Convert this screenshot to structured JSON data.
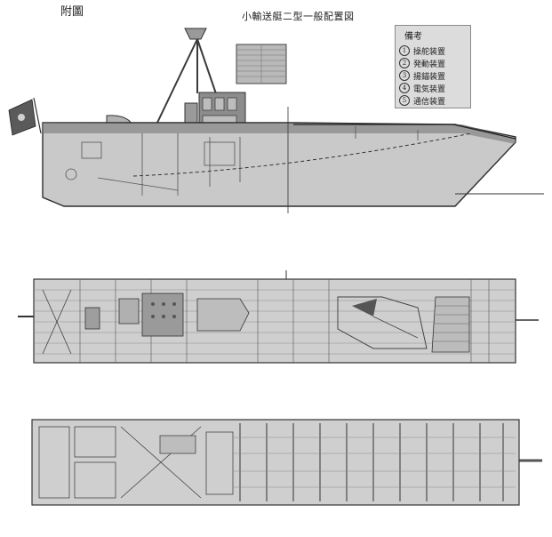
{
  "figure_label": "附圖",
  "title": "小輸送艇二型一般配置図",
  "legend": {
    "title": "備考",
    "items": [
      {
        "num": "1",
        "text": "操舵装置"
      },
      {
        "num": "2",
        "text": "発動装置"
      },
      {
        "num": "3",
        "text": "揚錨装置"
      },
      {
        "num": "4",
        "text": "電気装置"
      },
      {
        "num": "5",
        "text": "通信装置"
      }
    ]
  },
  "colors": {
    "hull_fill": "#c9c9c9",
    "hull_dark": "#6e6e6e",
    "line": "#3a3a3a",
    "deck_fill": "#cfcfcf"
  }
}
